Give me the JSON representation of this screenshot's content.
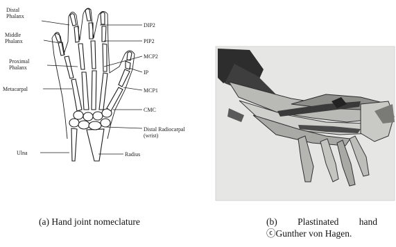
{
  "panel_a": {
    "labels": {
      "distal_phalanx": [
        "Distal",
        "Phalanx"
      ],
      "middle_phalanx": [
        "Middle",
        "Phalanx"
      ],
      "proximal_phalanx": [
        "Proximal",
        "Phalanx"
      ],
      "metacarpal": "Metacarpal",
      "ulna": "Ulna",
      "dip2": "DIP2",
      "pip2": "PIP2",
      "mcp2": "MCP2",
      "ip": "IP",
      "mcp1": "MCP1",
      "cmc": "CMC",
      "distal_radiocarpal": [
        "Distal Radiocarpal",
        "(wrist)"
      ],
      "radius": "Radius"
    },
    "caption": "(a) Hand joint nomeclature"
  },
  "panel_b": {
    "caption_words": [
      "(b)",
      "Plastinated",
      "hand"
    ],
    "caption_line2": "ⓒGunther von Hagen."
  }
}
